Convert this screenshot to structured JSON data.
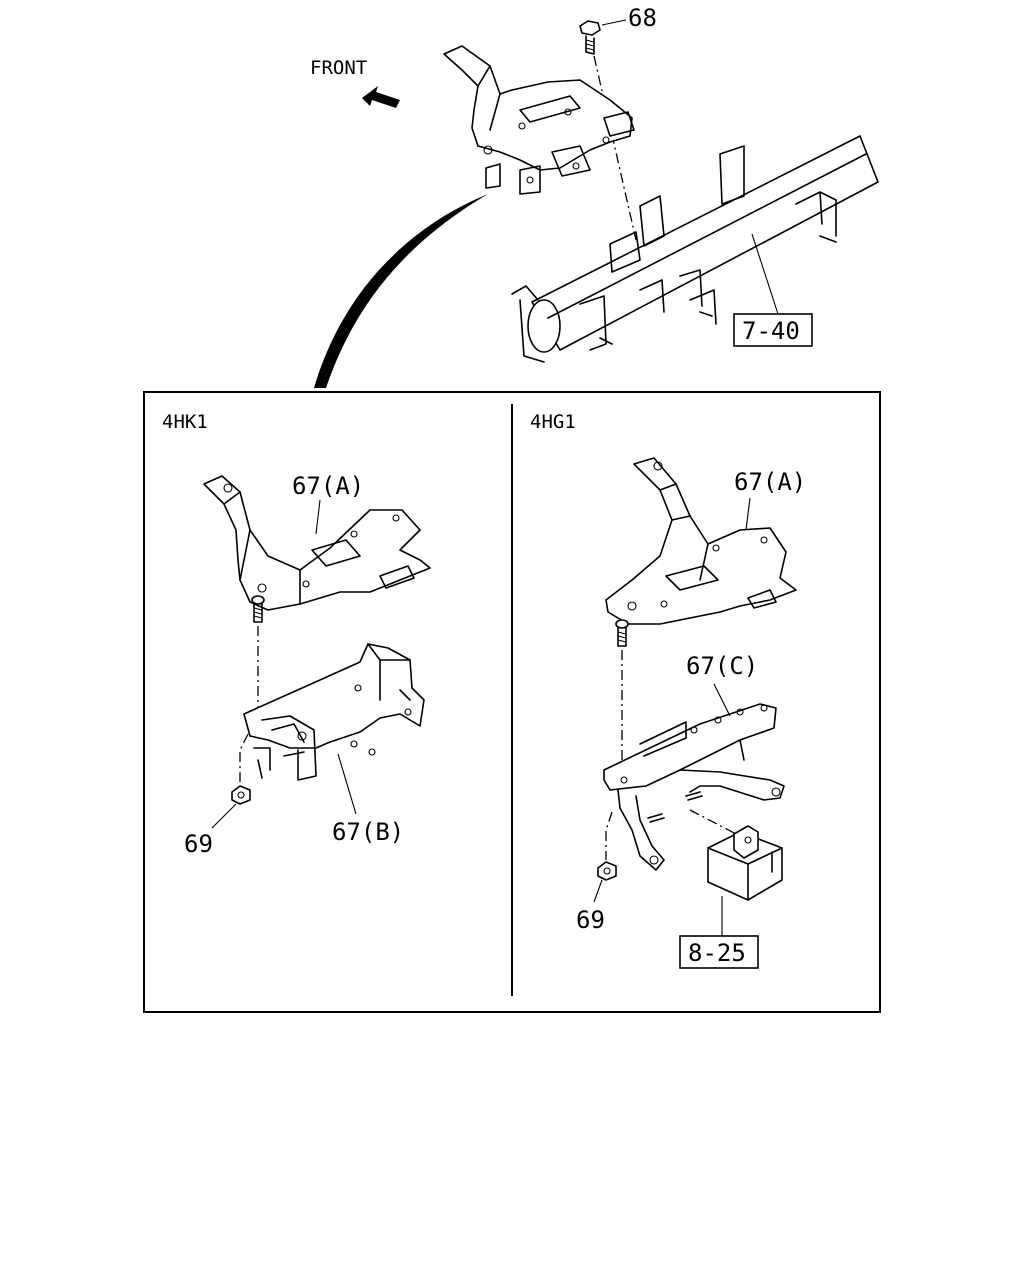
{
  "orientation": {
    "front_label": "FRONT"
  },
  "sections": {
    "left": {
      "title": "4HK1"
    },
    "right": {
      "title": "4HG1"
    }
  },
  "callouts": {
    "bolt_top": "68",
    "cross_member_ref": "7-40",
    "left_bracket_a": "67(A)",
    "left_bracket_b": "67(B)",
    "left_nut": "69",
    "right_bracket_a": "67(A)",
    "right_bracket_c": "67(C)",
    "right_nut": "69",
    "module_ref": "8-25"
  }
}
